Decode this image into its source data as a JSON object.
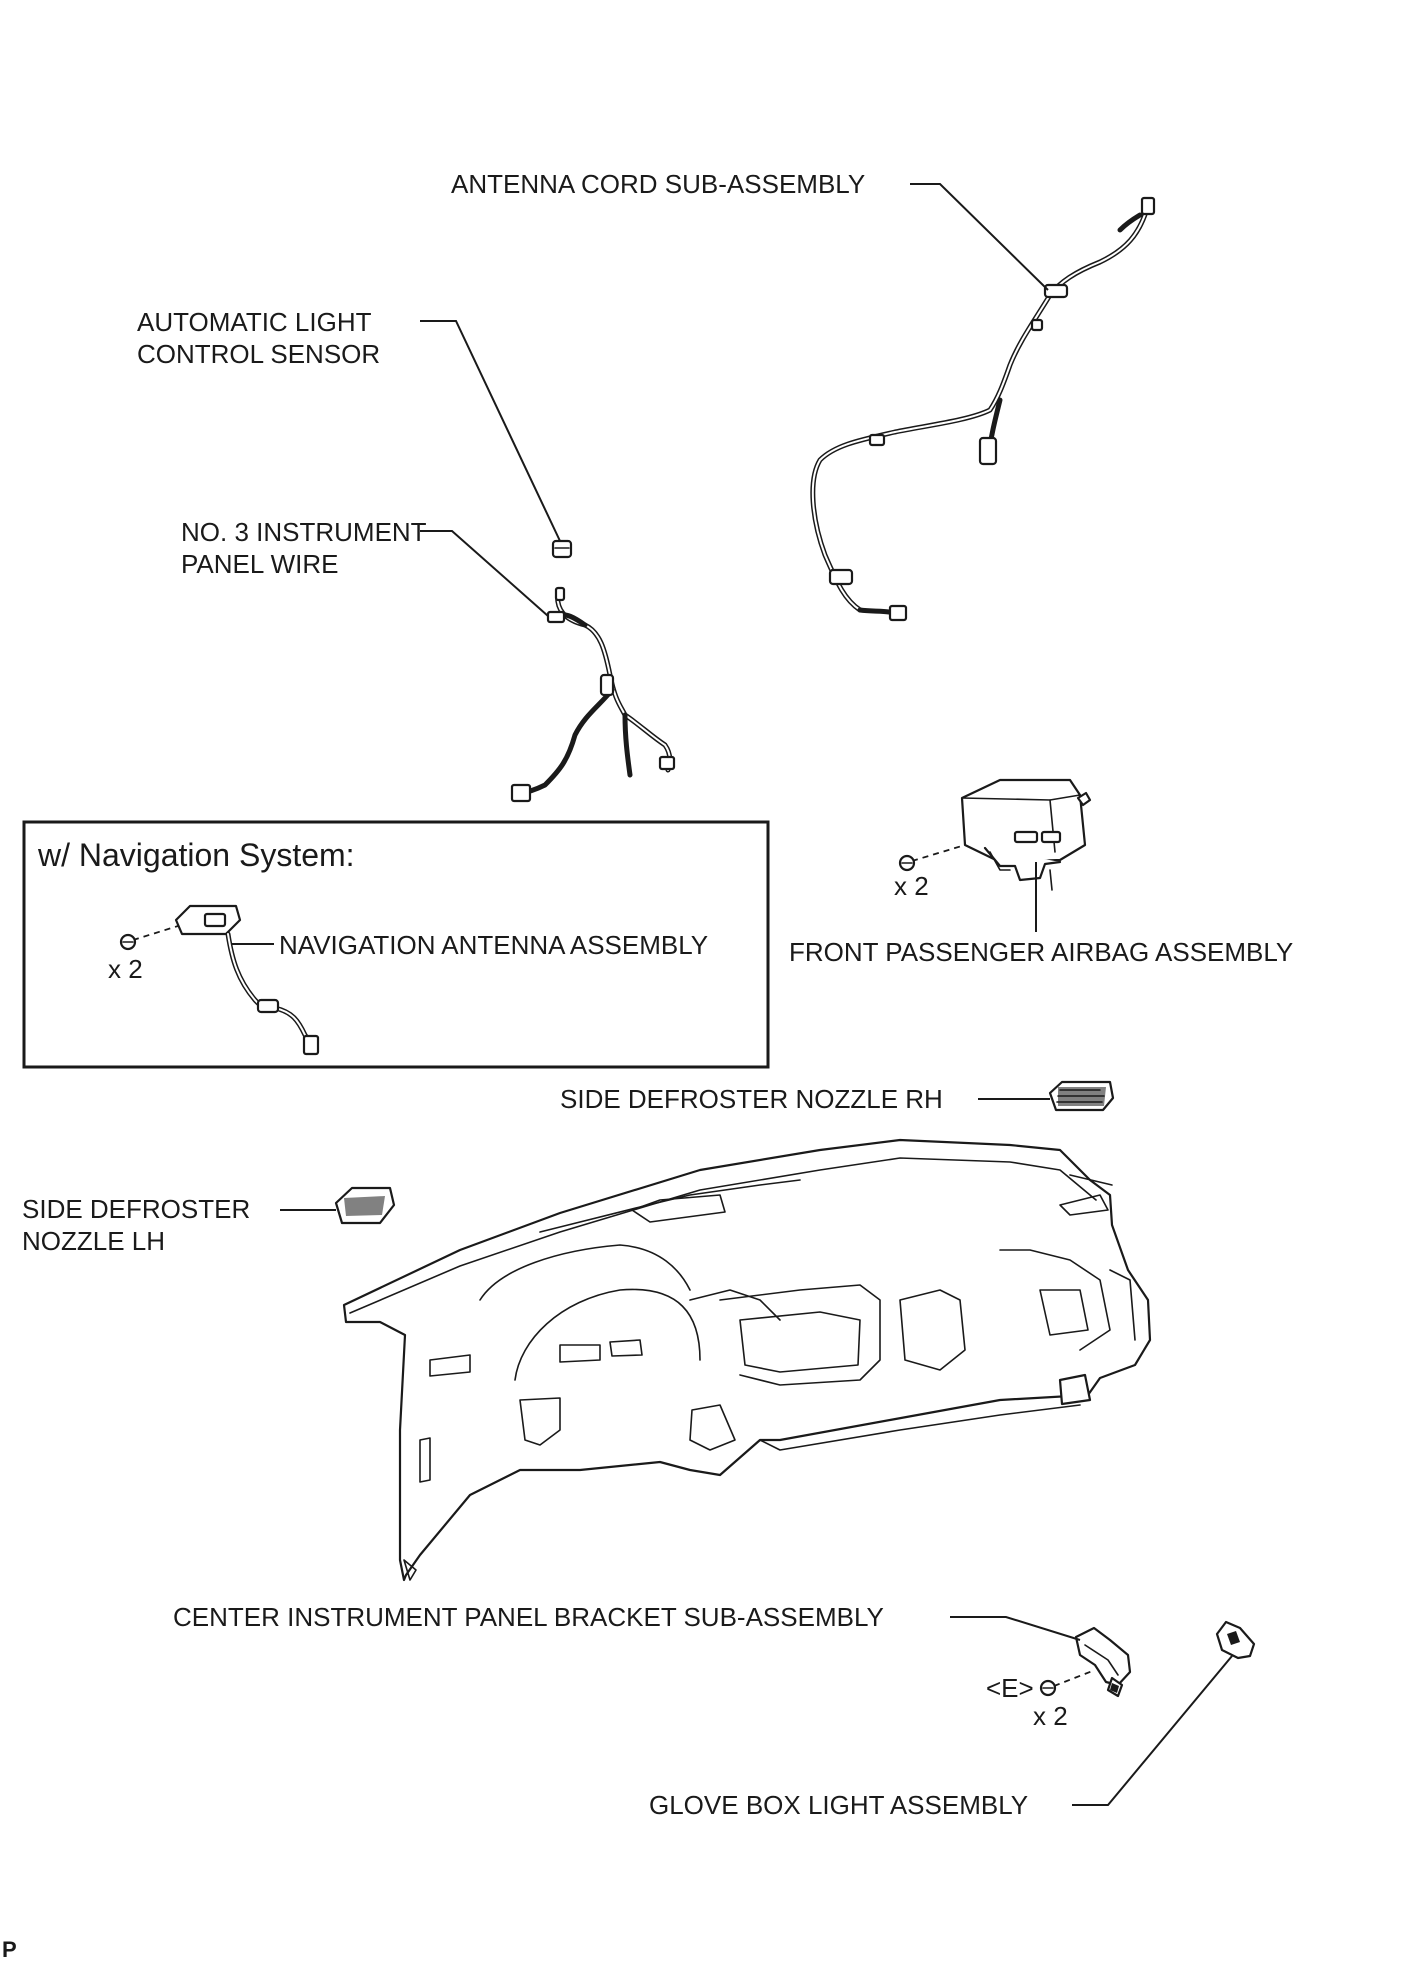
{
  "labels": {
    "antenna_cord": "ANTENNA CORD SUB-ASSEMBLY",
    "auto_light_line1": "AUTOMATIC LIGHT",
    "auto_light_line2": "CONTROL SENSOR",
    "no3_wire_line1": "NO. 3 INSTRUMENT",
    "no3_wire_line2": "PANEL WIRE",
    "front_airbag": "FRONT PASSENGER AIRBAG ASSEMBLY",
    "airbag_qty": "x 2",
    "defroster_rh": "SIDE DEFROSTER NOZZLE RH",
    "defroster_lh_line1": "SIDE DEFROSTER",
    "defroster_lh_line2": "NOZZLE LH",
    "center_bracket": "CENTER INSTRUMENT PANEL BRACKET SUB-ASSEMBLY",
    "bracket_code": "<E>",
    "bracket_qty": "x 2",
    "glove_box_light": "GLOVE BOX LIGHT ASSEMBLY",
    "corner_mark": "P"
  },
  "inset": {
    "title": "w/ Navigation System:",
    "nav_antenna": "NAVIGATION ANTENNA ASSEMBLY",
    "qty": "x 2"
  },
  "icons": [
    "antenna-cord-part",
    "light-sensor-part",
    "instrument-wire-part",
    "nav-antenna-part",
    "airbag-part",
    "defroster-nozzle-rh-part",
    "defroster-nozzle-lh-part",
    "instrument-panel-part",
    "bracket-part",
    "glove-box-light-part",
    "screw-icon"
  ]
}
